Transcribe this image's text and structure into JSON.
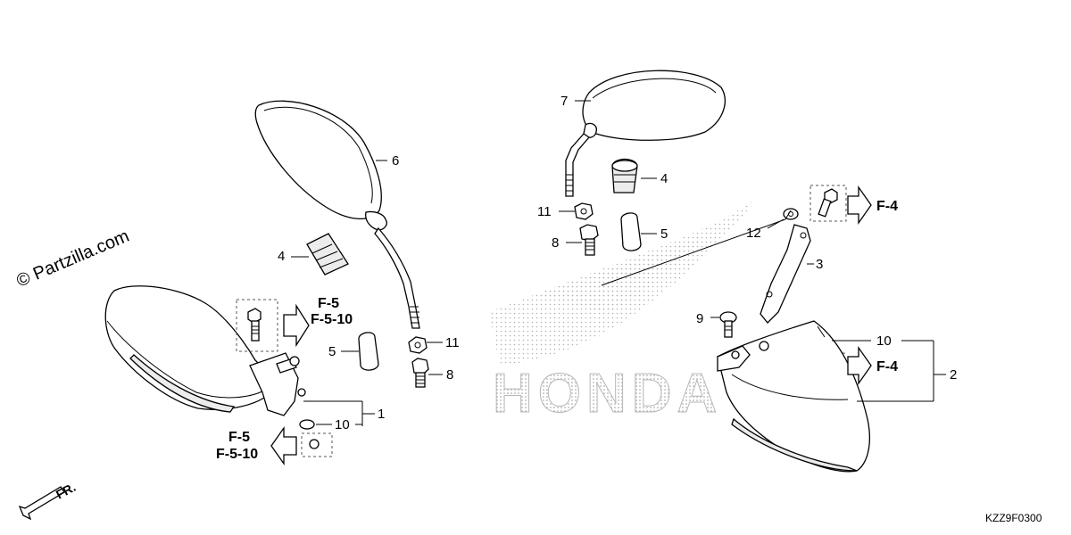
{
  "watermark": "© Partzilla.com",
  "diagram_code": "KZZ9F0300",
  "front_marker": "FR.",
  "brand_logo_text": "HONDA",
  "callouts": {
    "c1": "1",
    "c2": "2",
    "c3": "3",
    "c4_left": "4",
    "c4_right": "4",
    "c5_left": "5",
    "c5_right": "5",
    "c6": "6",
    "c7": "7",
    "c8_left": "8",
    "c8_right": "8",
    "c9": "9",
    "c10_left": "10",
    "c10_right": "10",
    "c11_left": "11",
    "c11_right": "11",
    "c12": "12"
  },
  "refs": {
    "f5_upper": "F-5",
    "f510_upper": "F-5-10",
    "f5_lower": "F-5",
    "f510_lower": "F-5-10",
    "f4_upper": "F-4",
    "f4_lower": "F-4"
  }
}
